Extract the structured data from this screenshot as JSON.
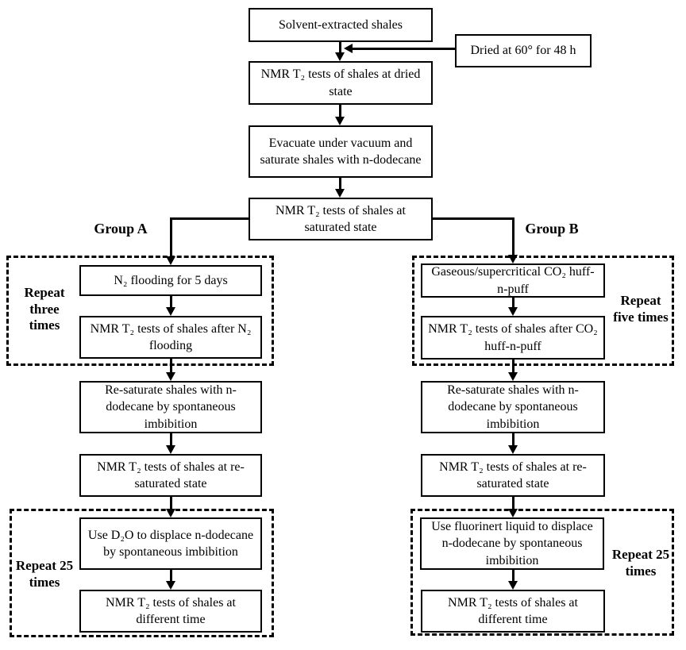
{
  "page": {
    "background": "#ffffff",
    "line_color": "#000000"
  },
  "flow": {
    "start": "Solvent-extracted shales",
    "dried_note": "Dried at 60° for 48 h",
    "nmr_dried": "NMR T₂ tests of shales at dried state",
    "evacuate": "Evacuate under vacuum and saturate shales with n-dodecane",
    "nmr_saturated": "NMR T₂ tests of shales at saturated state"
  },
  "group_a": {
    "label": "Group A",
    "repeat_top": "Repeat three times",
    "flooding": "N₂ flooding for 5 days",
    "nmr_after_flooding": "NMR T₂ tests of shales after N₂ flooding",
    "resaturate": "Re-saturate shales with n-dodecane by spontaneous imbibition",
    "nmr_resaturated": "NMR T₂ tests of shales at re-saturated state",
    "repeat_bottom": "Repeat 25 times",
    "displace": "Use D₂O to displace n-dodecane by spontaneous imbibition",
    "nmr_different_time": "NMR T₂ tests of shales at different time"
  },
  "group_b": {
    "label": "Group B",
    "repeat_top": "Repeat five times",
    "huff_n_puff": "Gaseous/supercritical CO₂ huff-n-puff",
    "nmr_after_huff": "NMR T₂ tests of shales after CO₂ huff-n-puff",
    "resaturate": "Re-saturate shales with n-dodecane by spontaneous imbibition",
    "nmr_resaturated": "NMR T₂ tests of shales at re-saturated state",
    "repeat_bottom": "Repeat 25 times",
    "displace": "Use fluorinert liquid to displace n-dodecane by spontaneous imbibition",
    "nmr_different_time": "NMR T₂ tests of shales at different time"
  }
}
